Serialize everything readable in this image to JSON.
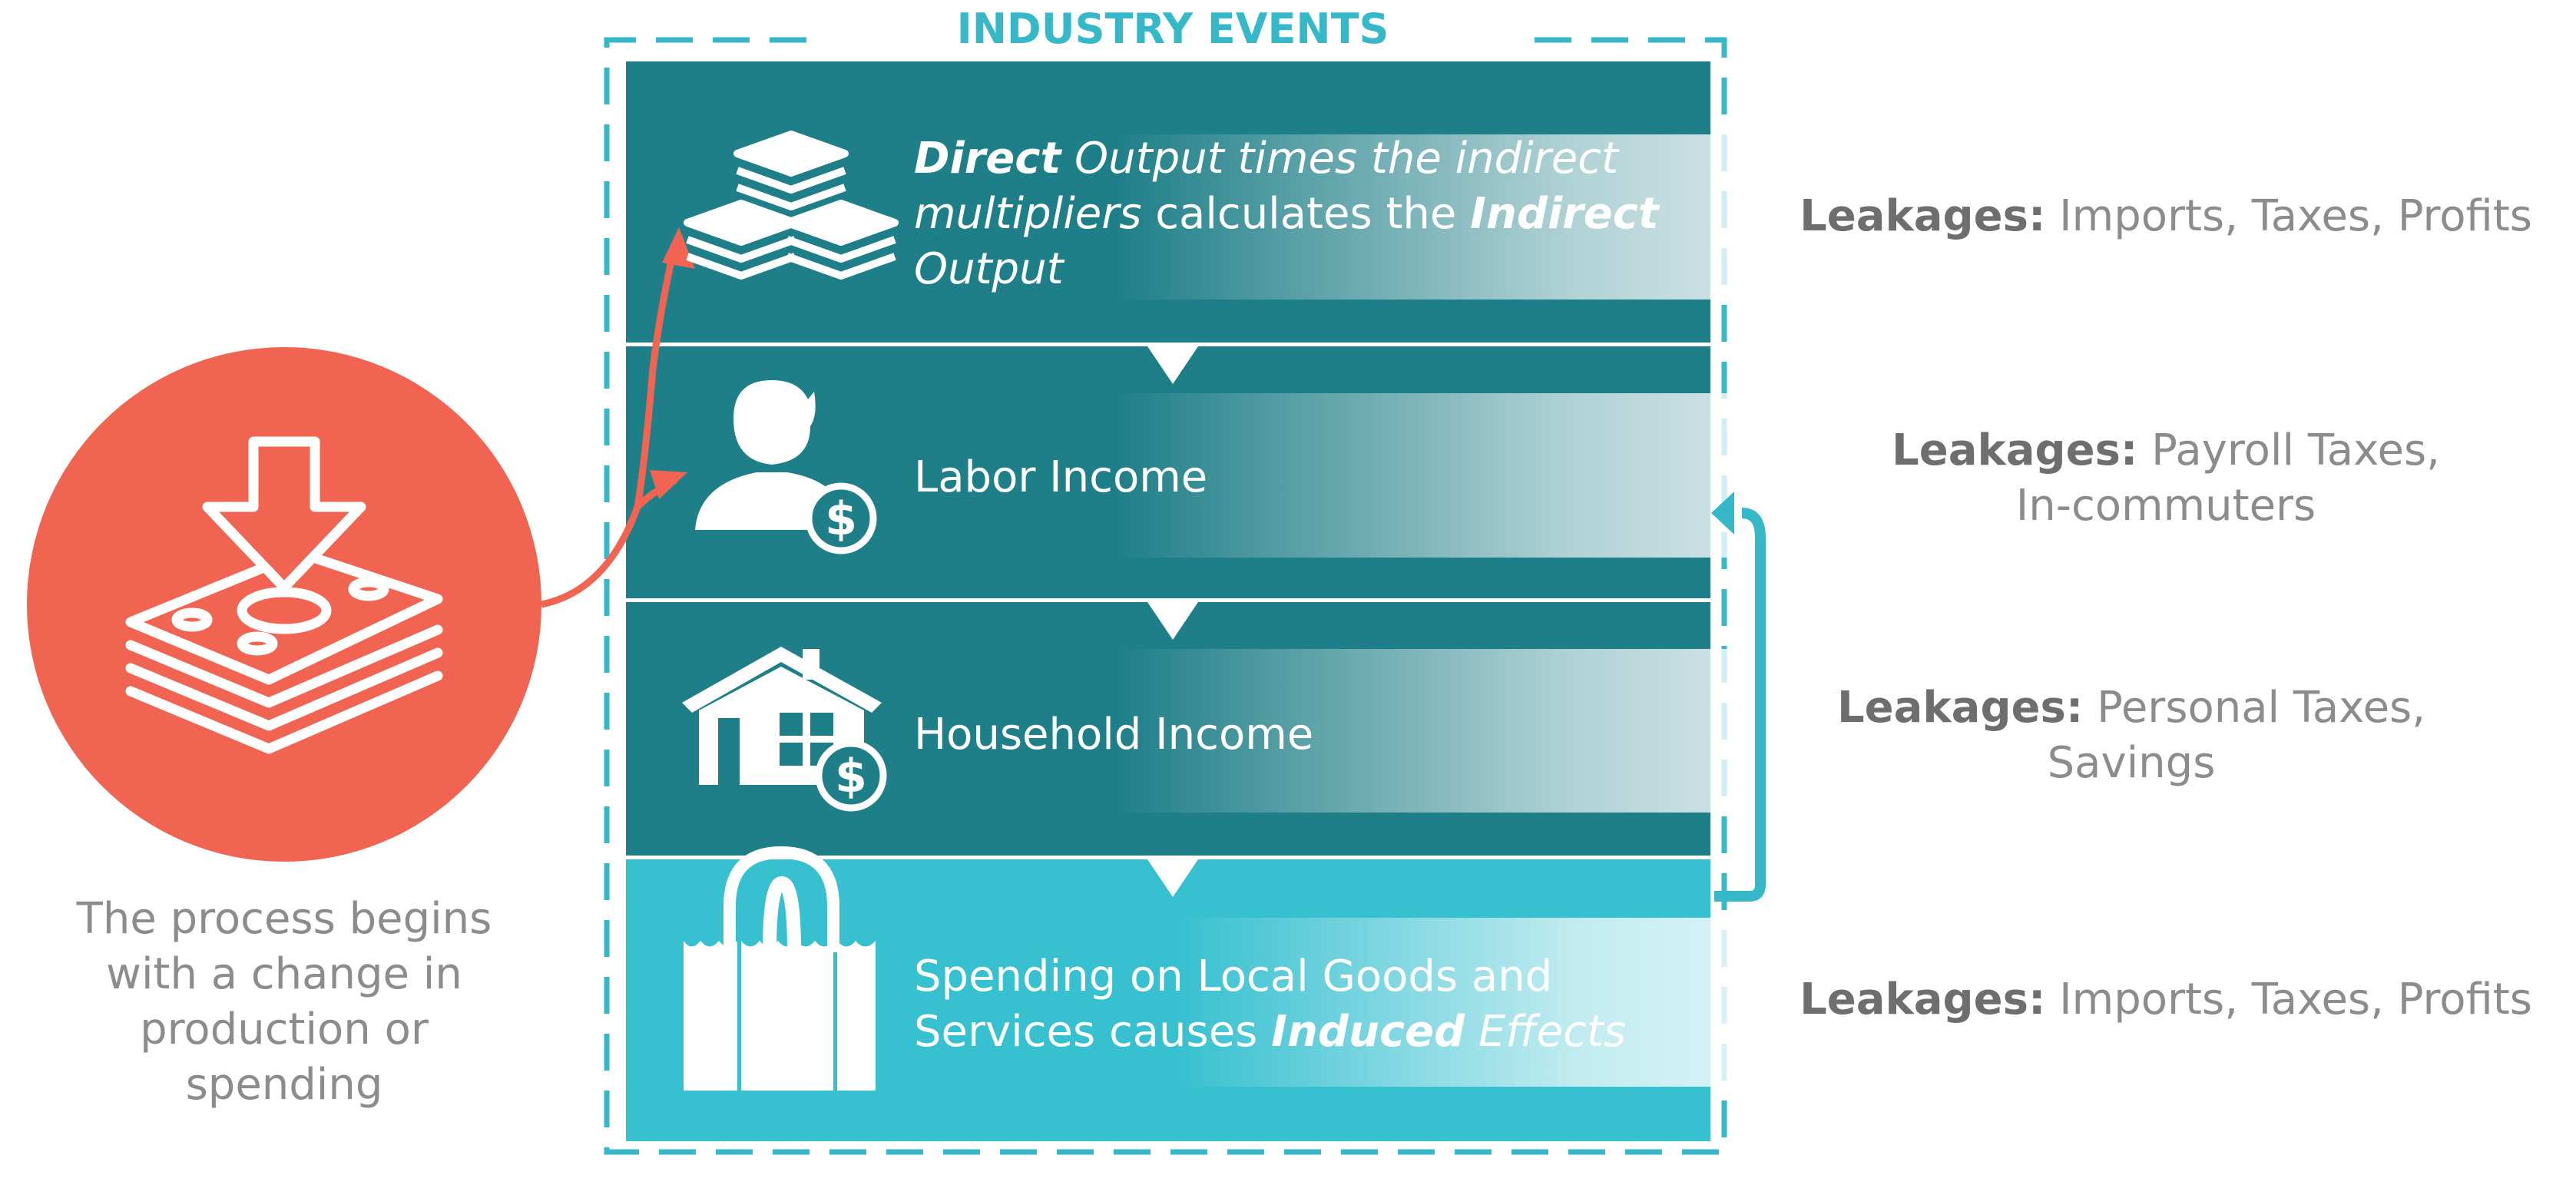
{
  "title": "INDUSTRY EVENTS",
  "colors": {
    "panel_dark": "#1f7f88",
    "panel_light": "#36c0d0",
    "accent_red": "#f06451",
    "frame_dashed": "#36b8c9",
    "leak_label": "#6e6e6e",
    "leak_text": "#8c8c8c"
  },
  "start": {
    "icon": "money-stack-down-arrow-icon",
    "lines": [
      "The process begins",
      "with a change in",
      "production or",
      "spending"
    ]
  },
  "stages": [
    {
      "icon": "stacked-layers-icon",
      "lines": [
        [
          {
            "t": "Direct",
            "s": "em"
          },
          {
            "t": " Output times the indirect",
            "s": "it"
          }
        ],
        [
          {
            "t": "multipliers",
            "s": "it"
          },
          {
            "t": " calculates the ",
            "s": ""
          },
          {
            "t": "Indirect",
            "s": "em"
          }
        ],
        [
          {
            "t": "Output",
            "s": "it"
          }
        ]
      ],
      "leakage_label": "Leakages:",
      "leakage_lines": [
        "Imports, Taxes, Profits"
      ]
    },
    {
      "icon": "person-dollar-icon",
      "lines": [
        [
          {
            "t": "Labor Income",
            "s": ""
          }
        ]
      ],
      "leakage_label": "Leakages:",
      "leakage_lines": [
        "Payroll Taxes,",
        "In-commuters"
      ]
    },
    {
      "icon": "house-dollar-icon",
      "lines": [
        [
          {
            "t": "Household Income",
            "s": ""
          }
        ]
      ],
      "leakage_label": "Leakages:",
      "leakage_lines": [
        "Personal Taxes,",
        "Savings"
      ]
    },
    {
      "icon": "shopping-bag-icon",
      "lines": [
        [
          {
            "t": "Spending on Local Goods and",
            "s": ""
          }
        ],
        [
          {
            "t": "Services causes ",
            "s": ""
          },
          {
            "t": "Induced",
            "s": "em"
          },
          {
            "t": " Effects",
            "s": "it"
          }
        ]
      ],
      "leakage_label": "Leakages:",
      "leakage_lines": [
        "Imports, Taxes, Profits"
      ]
    }
  ]
}
